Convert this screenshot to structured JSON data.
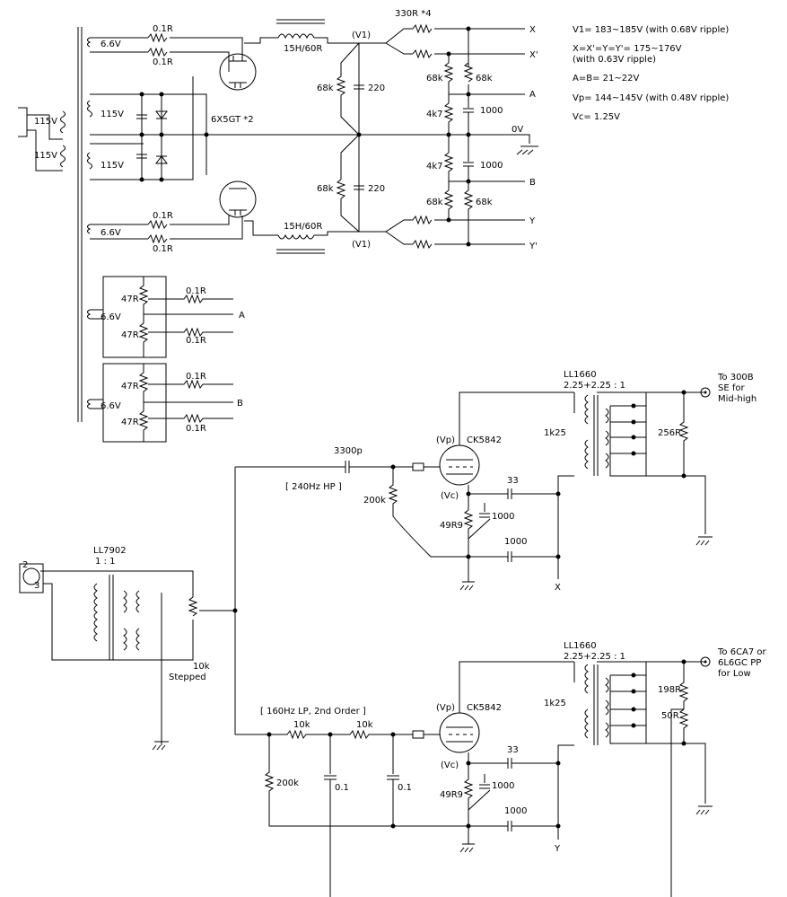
{
  "colors": {
    "ink": "#000000",
    "background": "#ffffff"
  },
  "notes": {
    "v1": "V1= 183~185V (with 0.68V ripple)",
    "x": "X=X'=Y=Y'= 175~176V",
    "x2": "(with 0.63V ripple)",
    "ab": "A=B= 21~22V",
    "vp": "Vp= 144~145V (with 0.48V ripple)",
    "vc": "Vc= 1.25V"
  },
  "psu": {
    "mains_top": "115V",
    "mains_bottom": "115V",
    "prim_top": "115V",
    "prim_bottom": "115V",
    "heater_top": "6.6V",
    "heater_bottom": "6.6V",
    "r01_1": "0.1R",
    "r01_2": "0.1R",
    "r01_3": "0.1R",
    "r01_4": "0.1R",
    "rectifier": "6X5GT *2",
    "choke_top": "15H/60R",
    "choke_bottom": "15H/60R",
    "v1_top": "(V1)",
    "v1_bottom": "(V1)",
    "r330": "330R *4",
    "r68k_a": "68k",
    "r68k_b": "68k",
    "r68k_c": "68k",
    "r68k_d": "68k",
    "r68k_e": "68k",
    "r68k_f": "68k",
    "c220_top": "220",
    "c220_bottom": "220",
    "r4k7_top": "4k7",
    "r4k7_bottom": "4k7",
    "c1000_top": "1000",
    "c1000_bottom": "1000",
    "out_x": "X",
    "out_x2": "X'",
    "out_a": "A",
    "out_0v": "0V",
    "out_b": "B",
    "out_y": "Y",
    "out_y2": "Y'"
  },
  "bias": {
    "h1": "6.6V",
    "h2": "6.6V",
    "r47_1": "47R",
    "r47_2": "47R",
    "r47_3": "47R",
    "r47_4": "47R",
    "r01_1": "0.1R",
    "r01_2": "0.1R",
    "r01_3": "0.1R",
    "r01_4": "0.1R",
    "out_a": "A",
    "out_b": "B"
  },
  "input": {
    "pin2": "2",
    "pin3": "3",
    "transformer": "LL7902",
    "ratio": "1 : 1",
    "pot": "10k",
    "pot2": "Stepped"
  },
  "upper": {
    "cap": "3300p",
    "filter": "[ 240Hz HP ]",
    "r200k": "200k",
    "tube": "CK5842",
    "vp": "(Vp)",
    "vc": "(Vc)",
    "r49": "49R9",
    "c33": "33",
    "c1000a": "1000",
    "c1000b": "1000",
    "tx": "LL1660",
    "tx_ratio": "2.25+2.25 : 1",
    "r1k25": "1k25",
    "r256": "256R",
    "supply": "X",
    "dest1": "To 300B",
    "dest2": "SE for",
    "dest3": "Mid-high"
  },
  "lower": {
    "filter": "[ 160Hz LP, 2nd Order ]",
    "r10k_a": "10k",
    "r10k_b": "10k",
    "r200k": "200k",
    "c01_a": "0.1",
    "c01_b": "0.1",
    "tube": "CK5842",
    "vp": "(Vp)",
    "vc": "(Vc)",
    "r49": "49R9",
    "c33": "33",
    "c1000a": "1000",
    "c1000b": "1000",
    "tx": "LL1660",
    "tx_ratio": "2.25+2.25 : 1",
    "r1k25": "1k25",
    "r198": "198R",
    "r50": "50R",
    "supply": "Y",
    "dest1": "To 6CA7 or",
    "dest2": "6L6GC PP",
    "dest3": "for Low"
  }
}
